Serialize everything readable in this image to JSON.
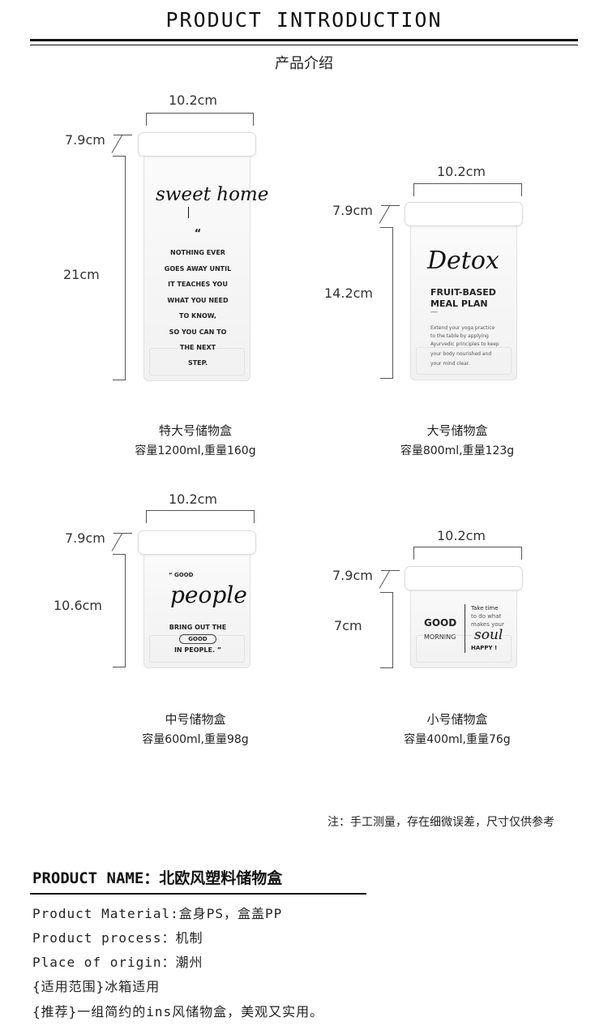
{
  "header": {
    "title": "PRODUCT  INTRODUCTION",
    "subtitle": "产品介绍"
  },
  "products": [
    {
      "name": "特大号储物盒",
      "spec": "容量1200ml,重量160g",
      "width": "10.2cm",
      "lid_height": "7.9cm",
      "height": "21cm",
      "label": {
        "script": "sweet home",
        "quote_mark": "“",
        "lines": [
          "NOTHING EVER",
          "GOES AWAY UNTIL",
          "IT TEACHES YOU",
          "WHAT YOU NEED",
          "TO KNOW,",
          "SO YOU CAN TO",
          "THE NEXT",
          "STEP."
        ]
      }
    },
    {
      "name": "大号储物盒",
      "spec": "容量800ml,重量123g",
      "width": "10.2cm",
      "lid_height": "7.9cm",
      "height": "14.2cm",
      "label": {
        "script": "Detox",
        "heading1": "FRUIT-BASED",
        "heading2": "MEAL PLAN",
        "dash": "—",
        "small_lines": [
          "Extend your yoga practice",
          "to the table by applying",
          "Ayurvedic principles to keep",
          "your body nourished and",
          "your mind clear."
        ]
      }
    },
    {
      "name": "中号储物盒",
      "spec": "容量600ml,重量98g",
      "width": "10.2cm",
      "lid_height": "7.9cm",
      "height": "10.6cm",
      "label": {
        "top": "“ GOOD",
        "script": "people",
        "line": "BRING OUT THE",
        "pill": "GOOD",
        "bottom": "IN PEOPLE. ”"
      }
    },
    {
      "name": "小号储物盒",
      "spec": "容量400ml,重量76g",
      "width": "10.2cm",
      "lid_height": "7.9cm",
      "height": "7cm",
      "label": {
        "big": "GOOD",
        "small": "MORNING",
        "r1": "Take time",
        "r2": "to do what",
        "r3": "makes your",
        "script": "soul",
        "r4": "HAPPY !"
      }
    }
  ],
  "note": "注：手工测量，存在细微误差，尺寸仅供参考",
  "details": {
    "product_name": "PRODUCT NAME：北欧风塑料储物盒",
    "lines": [
      "Product Material:盒身PS，盒盖PP",
      "Product process：机制",
      "Place of origin：潮州",
      "{适用范围}冰箱适用",
      "{推荐}一组简约的ins风储物盒，美观又实用。"
    ]
  }
}
